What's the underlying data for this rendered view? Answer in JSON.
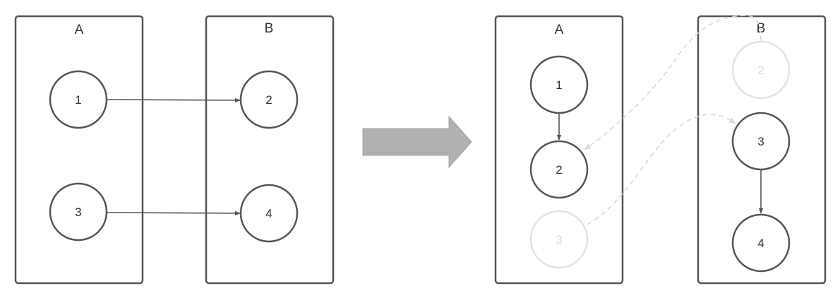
{
  "before": {
    "panel_a": {
      "title": "A"
    },
    "panel_b": {
      "title": "B"
    },
    "nodes": {
      "n1": "1",
      "n2": "2",
      "n3": "3",
      "n4": "4"
    }
  },
  "after": {
    "panel_a": {
      "title": "A"
    },
    "panel_b": {
      "title": "B"
    },
    "nodes": {
      "n1": "1",
      "n2": "2",
      "n3_ghost": "3",
      "n2_ghost": "2",
      "n3": "3",
      "n4": "4"
    }
  },
  "colors": {
    "stroke": "#555555",
    "ghost": "#d9d9d9",
    "transition_arrow": "#b1b1b1"
  }
}
